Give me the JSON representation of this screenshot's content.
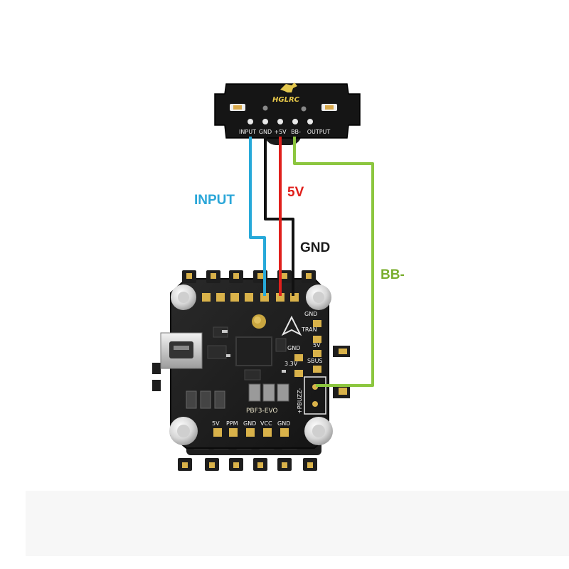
{
  "colors": {
    "input_wire": "#27a9d9",
    "power_wire": "#e0201c",
    "ground_wire": "#111111",
    "beeper_wire": "#8cc63f",
    "input_label": "#2aa6d8",
    "power_label": "#e0201c",
    "ground_label": "#1a1a1a",
    "beeper_label": "#7aae2e",
    "pcb": "#1b1b1b",
    "pad_gold": "#d9b24a"
  },
  "buzzer": {
    "logo_text": "HGLRC",
    "logo_icon": "dinosaur-icon",
    "pins": [
      "INPUT",
      "GND",
      "+5V",
      "BB-",
      "OUTPUT"
    ]
  },
  "wire_labels": {
    "input": "INPUT",
    "power": "5V",
    "ground": "GND",
    "beeper": "BB-"
  },
  "flight_controller": {
    "model": "PBF3-EVO",
    "right_pads": [
      "GND",
      "TRAN",
      "5V",
      "SBUS"
    ],
    "left_pads": [
      "GND",
      "3.3V"
    ],
    "buzzer_pad": "+PBUZZ-",
    "bottom_pads": [
      "5V",
      "PPM",
      "GND",
      "VCC",
      "GND"
    ],
    "usb_icon": "micro-usb-icon",
    "arrow_icon": "direction-arrow-icon"
  }
}
